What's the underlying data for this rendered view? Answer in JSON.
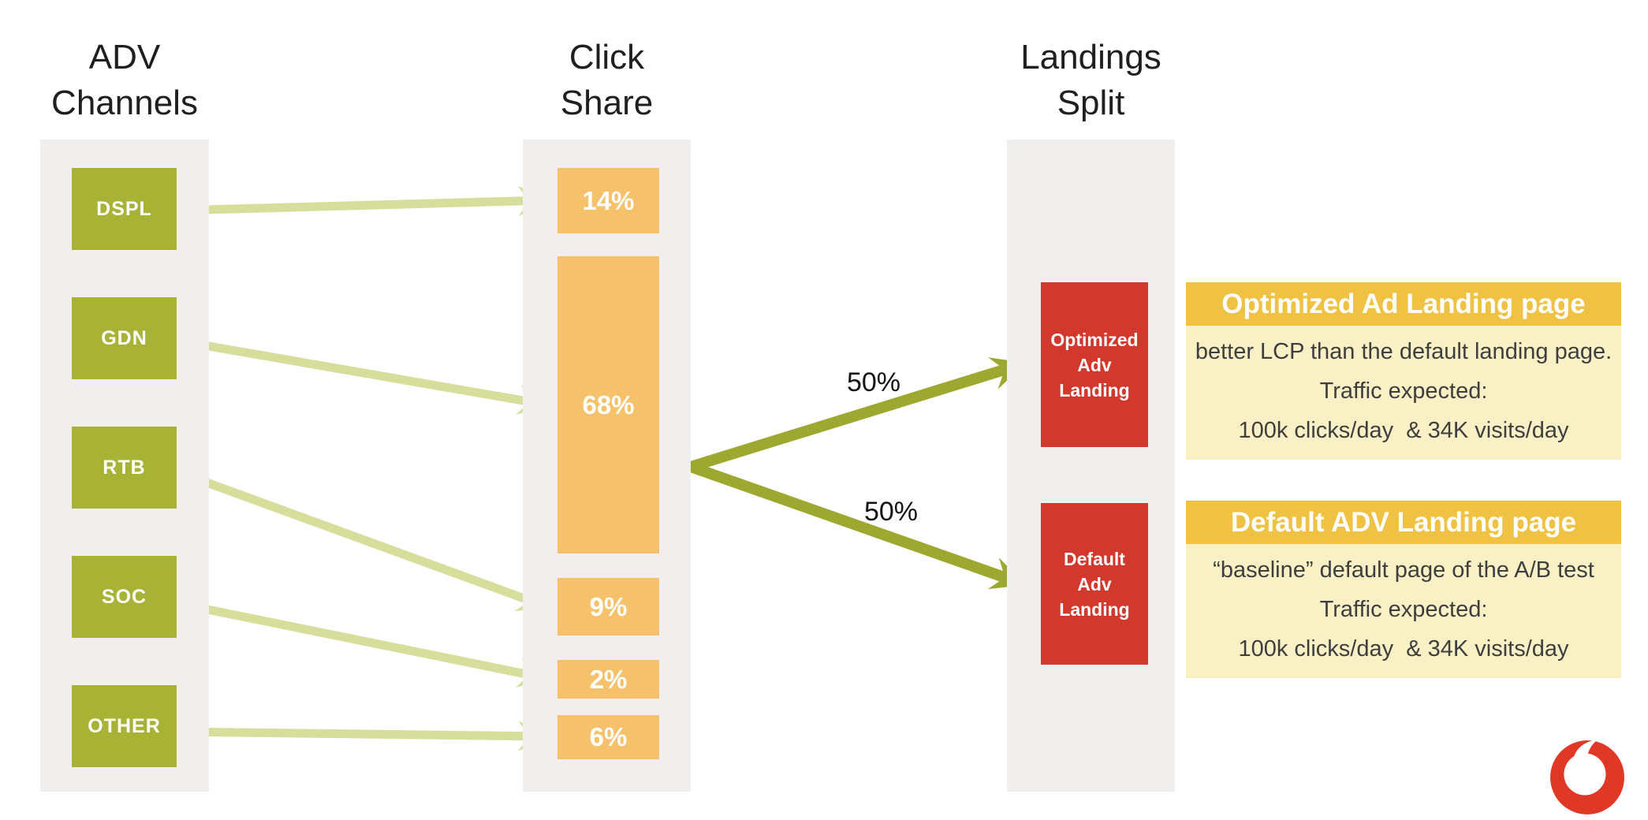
{
  "titles": {
    "adv_channels": {
      "line1": "ADV",
      "line2": "Channels"
    },
    "click_share": {
      "line1": "Click",
      "line2": "Share"
    },
    "landings_split": {
      "line1": "Landings",
      "line2": "Split"
    }
  },
  "channels": [
    {
      "label": "DSPL"
    },
    {
      "label": "GDN"
    },
    {
      "label": "RTB"
    },
    {
      "label": "SOC"
    },
    {
      "label": "OTHER"
    }
  ],
  "click_share": [
    {
      "label": "14%",
      "value": 14,
      "from_channel": "DSPL"
    },
    {
      "label": "68%",
      "value": 68,
      "from_channel": "GDN"
    },
    {
      "label": "9%",
      "value": 9,
      "from_channel": "RTB"
    },
    {
      "label": "2%",
      "value": 2,
      "from_channel": "SOC"
    },
    {
      "label": "6%",
      "value": 6,
      "from_channel": "OTHER"
    }
  ],
  "split": {
    "top_label": "50%",
    "bottom_label": "50%"
  },
  "landings": [
    {
      "label": "Optimized\nAdv\nLanding"
    },
    {
      "label": "Default\nAdv\nLanding"
    }
  ],
  "cards": [
    {
      "header": "Optimized Ad Landing page",
      "line1": "better LCP than the default landing page.",
      "line2": "Traffic expected:",
      "line3": "100k clicks/day  & 34K visits/day"
    },
    {
      "header": "Default ADV Landing page",
      "line1": "“baseline” default page of the A/B test",
      "line2": "Traffic expected:",
      "line3": "100k clicks/day  & 34K visits/day"
    }
  ],
  "icons": {
    "logo": "vodafone-speechmark-logo"
  },
  "colors": {
    "channel_green": "#a8b335",
    "arrow_light_green": "#d7dd9a",
    "arrow_dark_green": "#9ca82f",
    "share_orange": "#f5c16b",
    "panel_gray": "#f0efee",
    "landing_red": "#d2382b",
    "card_header_gold": "#efc243",
    "card_body_cream": "#faf0c5",
    "logo_red": "#df3826",
    "title_text": "#1f1f1f",
    "body_text": "#3e3e3e"
  }
}
